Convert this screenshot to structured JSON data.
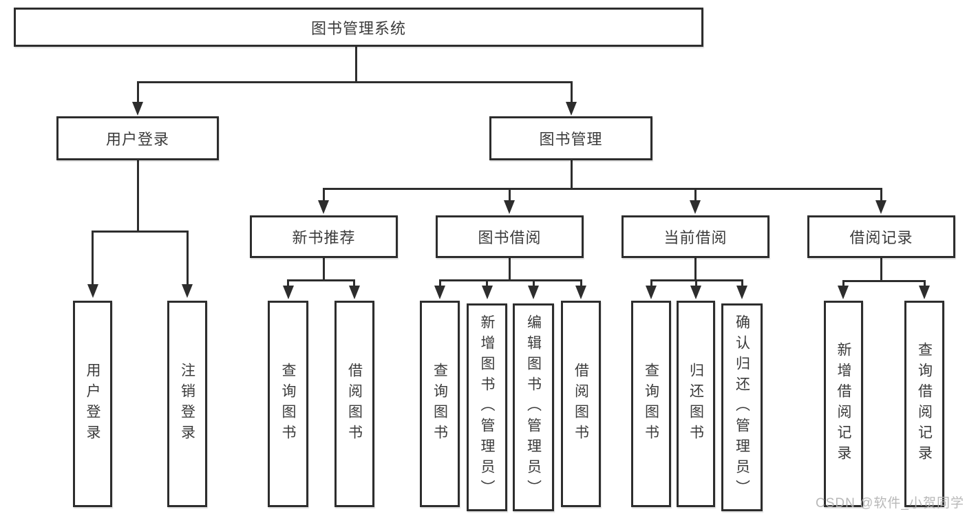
{
  "title": {
    "label": "图书管理系统"
  },
  "level2": {
    "user_login": {
      "label": "用户登录"
    },
    "book_mgmt": {
      "label": "图书管理"
    }
  },
  "level3": {
    "new_books": {
      "label": "新书推荐"
    },
    "book_borrow": {
      "label": "图书借阅"
    },
    "current_borrow": {
      "label": "当前借阅"
    },
    "borrow_records": {
      "label": "借阅记录"
    }
  },
  "leaves": [
    {
      "label": "用户登录"
    },
    {
      "label": "注销登录"
    },
    {
      "label": "查询图书"
    },
    {
      "label": "借阅图书"
    },
    {
      "label": "查询图书"
    },
    {
      "label": "新增图书（管理员）"
    },
    {
      "label": "编辑图书（管理员）"
    },
    {
      "label": "借阅图书"
    },
    {
      "label": "查询图书"
    },
    {
      "label": "归还图书"
    },
    {
      "label": "确认归还（管理员）"
    },
    {
      "label": "新增借阅记录"
    },
    {
      "label": "查询借阅记录"
    }
  ],
  "watermark": {
    "label": "CSDN @软件_小贺同学"
  },
  "colors": {
    "line": "#2d2d2d",
    "text": "#3b3b3b",
    "background": "#ffffff",
    "watermark_text": "#b1b1b1"
  }
}
